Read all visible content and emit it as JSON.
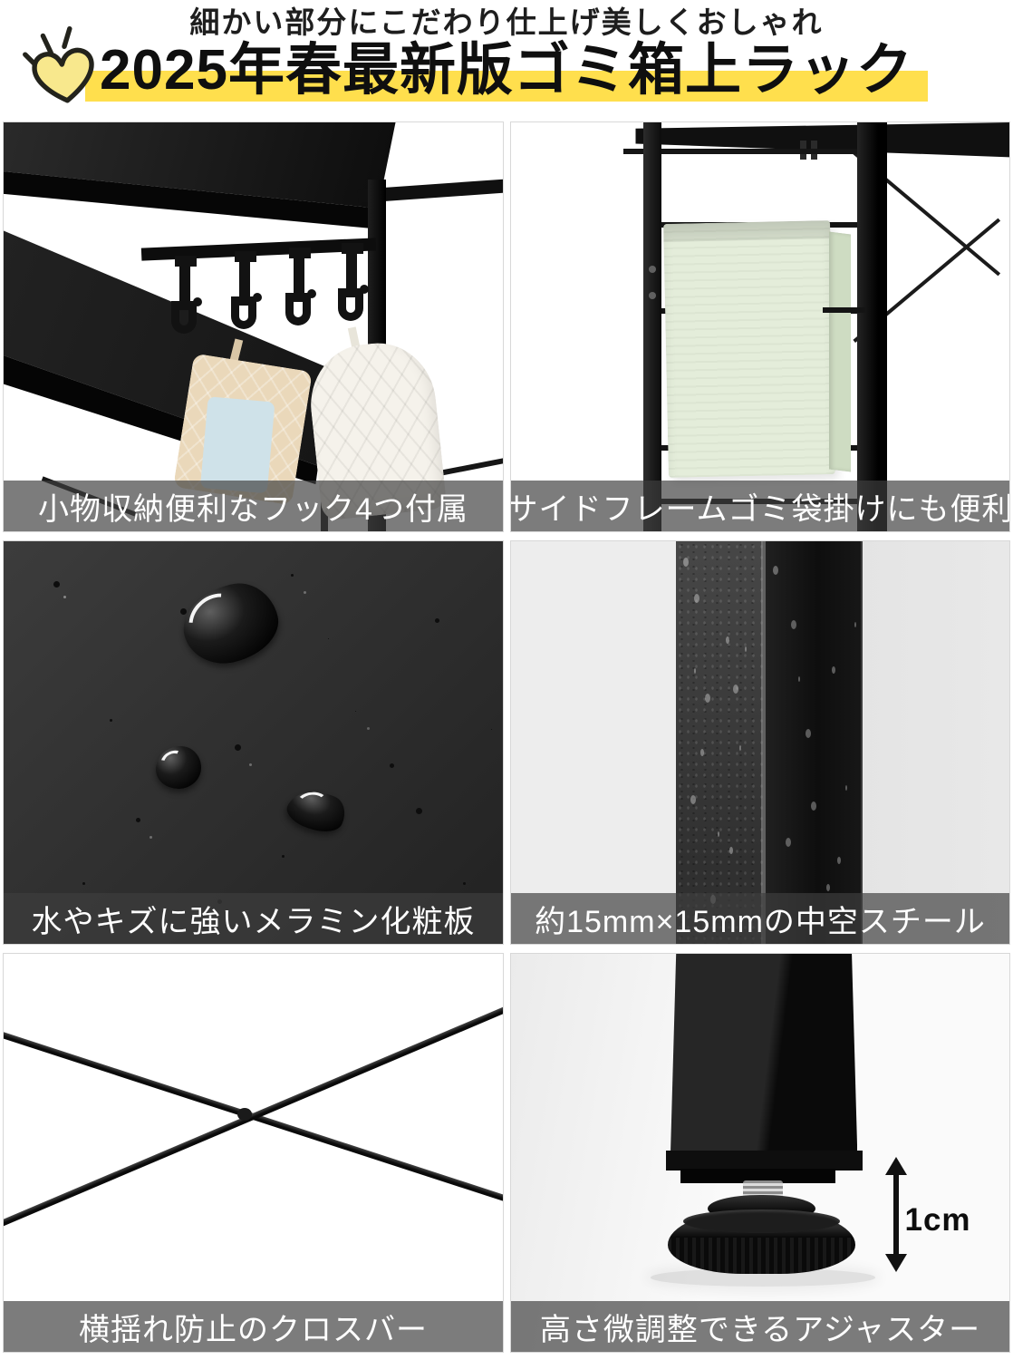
{
  "header": {
    "subtitle": "細かい部分にこだわり仕上げ美しくおしゃれ",
    "title": "2025年春最新版ゴミ箱上ラック",
    "icon": "sparkle-heart-icon",
    "highlight_color": "#ffdf4d"
  },
  "panels": [
    {
      "caption": "小物収納便利なフック4つ付属",
      "photo": "rack-corner-with-4-hooks-and-oven-mitts"
    },
    {
      "caption": "サイドフレームゴミ袋掛けにも便利",
      "photo": "side-frame-with-sage-towel"
    },
    {
      "caption": "水やキズに強いメラミン化粧板",
      "photo": "black-melamine-board-with-water-drops"
    },
    {
      "caption": "約15mm×15mmの中空スチール",
      "photo": "square-steel-tube-with-water-drops"
    },
    {
      "caption": "横揺れ防止のクロスバー",
      "photo": "x-shaped-cross-bars"
    },
    {
      "caption": "高さ微調整できるアジャスター",
      "photo": "adjustable-leveling-foot",
      "annotation": "1cm"
    }
  ],
  "colors": {
    "accent_yellow": "#ffdf4d",
    "caption_overlay": "rgba(62,62,62,0.68)",
    "caption_text": "#ffffff",
    "towel_green": "#e4edda",
    "mitt_beige": "#ead8ba",
    "mitt_pad_blue": "#cfe2e9",
    "panel_border": "#d8d8d8",
    "steel_dark": "#0e0e0e"
  }
}
